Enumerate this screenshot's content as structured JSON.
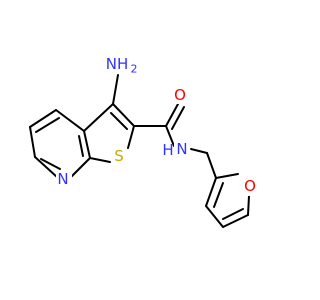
{
  "structure": {
    "labels": {
      "amine": "NH",
      "amine_h_count": "2",
      "carbonyl_oxygen": "O",
      "amide_nitrogen": "N",
      "amide_hydrogen": "H",
      "ring_sulfur": "S",
      "pyridine_nitrogen": "N",
      "furan_oxygen": "O"
    },
    "colors": {
      "bond": "#000000",
      "nitrogen": "#3333ff",
      "oxygen": "#ff0000",
      "sulfur": "#ccaa00"
    }
  }
}
